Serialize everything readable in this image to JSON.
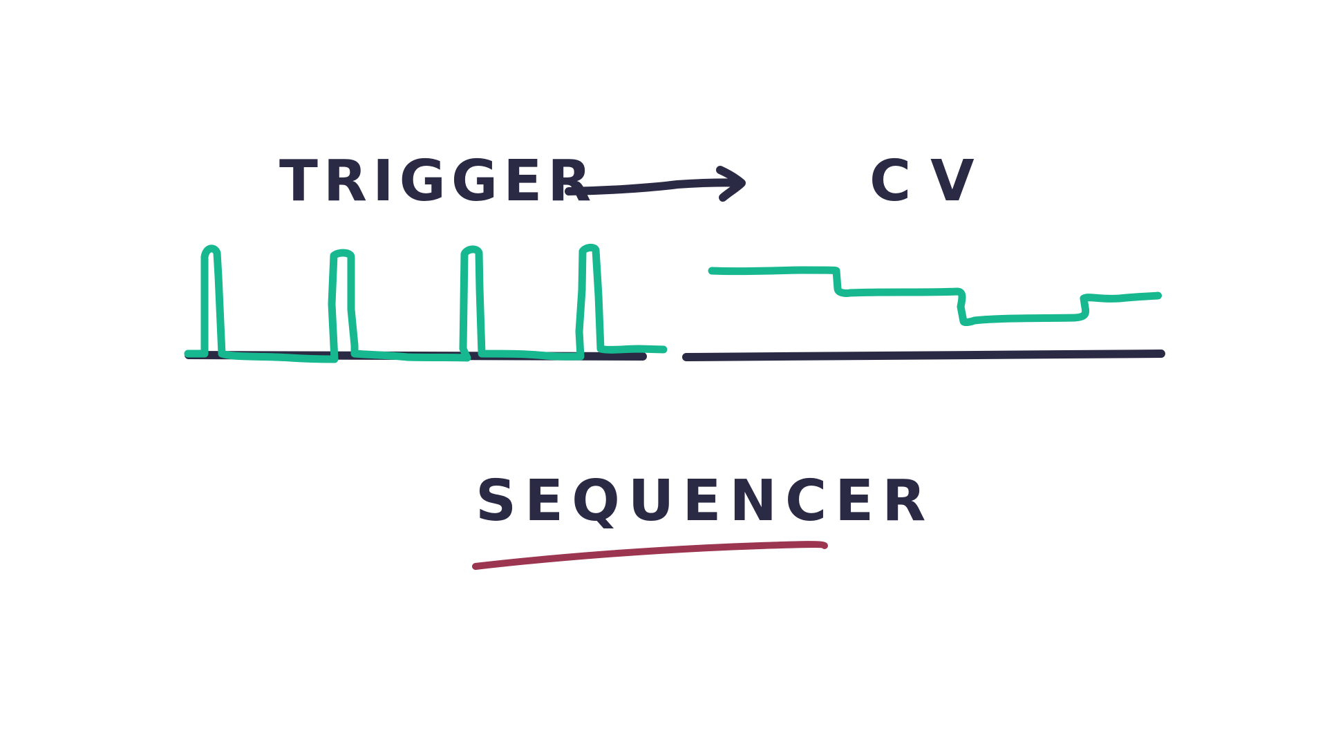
{
  "labels": {
    "trigger": "TRIGGER",
    "cv": "CV",
    "sequencer": "SEQUENCER"
  },
  "colors": {
    "ink": "#2a2a45",
    "signal": "#17b890",
    "underline": "#9b3550",
    "background": "#ffffff"
  },
  "icons": {
    "arrow": "right-arrow-icon"
  }
}
